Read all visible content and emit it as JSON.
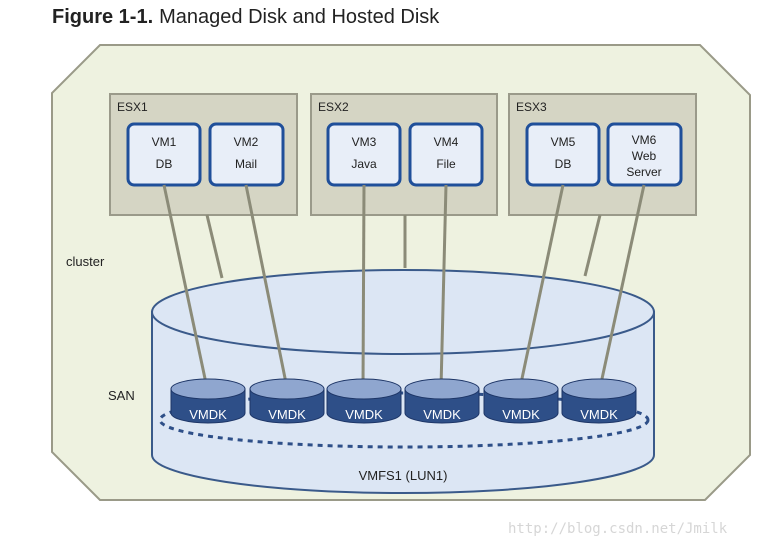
{
  "figure": {
    "number": "Figure 1-1.",
    "caption": "Managed Disk and Hosted Disk"
  },
  "cluster_label": "cluster",
  "san_label": "SAN",
  "hosts": [
    {
      "name": "ESX1",
      "vms": [
        {
          "lines": [
            "VM1",
            "DB"
          ]
        },
        {
          "lines": [
            "VM2",
            "Mail"
          ]
        }
      ]
    },
    {
      "name": "ESX2",
      "vms": [
        {
          "lines": [
            "VM3",
            "Java"
          ]
        },
        {
          "lines": [
            "VM4",
            "File"
          ]
        }
      ]
    },
    {
      "name": "ESX3",
      "vms": [
        {
          "lines": [
            "VM5",
            "DB"
          ]
        },
        {
          "lines": [
            "VM6",
            "Web",
            "Server"
          ]
        }
      ]
    }
  ],
  "vmdks": [
    "VMDK",
    "VMDK",
    "VMDK",
    "VMDK",
    "VMDK",
    "VMDK"
  ],
  "vmfs_label": "VMFS1 (LUN1)",
  "watermark": "http://blog.csdn.net/Jmilk",
  "colors": {
    "cluster_fill": "#eef2e0",
    "cluster_stroke": "#9a9a88",
    "host_fill": "#d5d5c4",
    "host_stroke": "#9a9a8a",
    "vm_fill": "#e8eef8",
    "vm_stroke": "#1f4f9a",
    "connector": "#8b8b78",
    "lun_fill": "#dce6f4",
    "lun_stroke": "#3a5a8a",
    "vmdk_fill": "#2e4f88",
    "vmdk_top": "#8fa6cf"
  }
}
